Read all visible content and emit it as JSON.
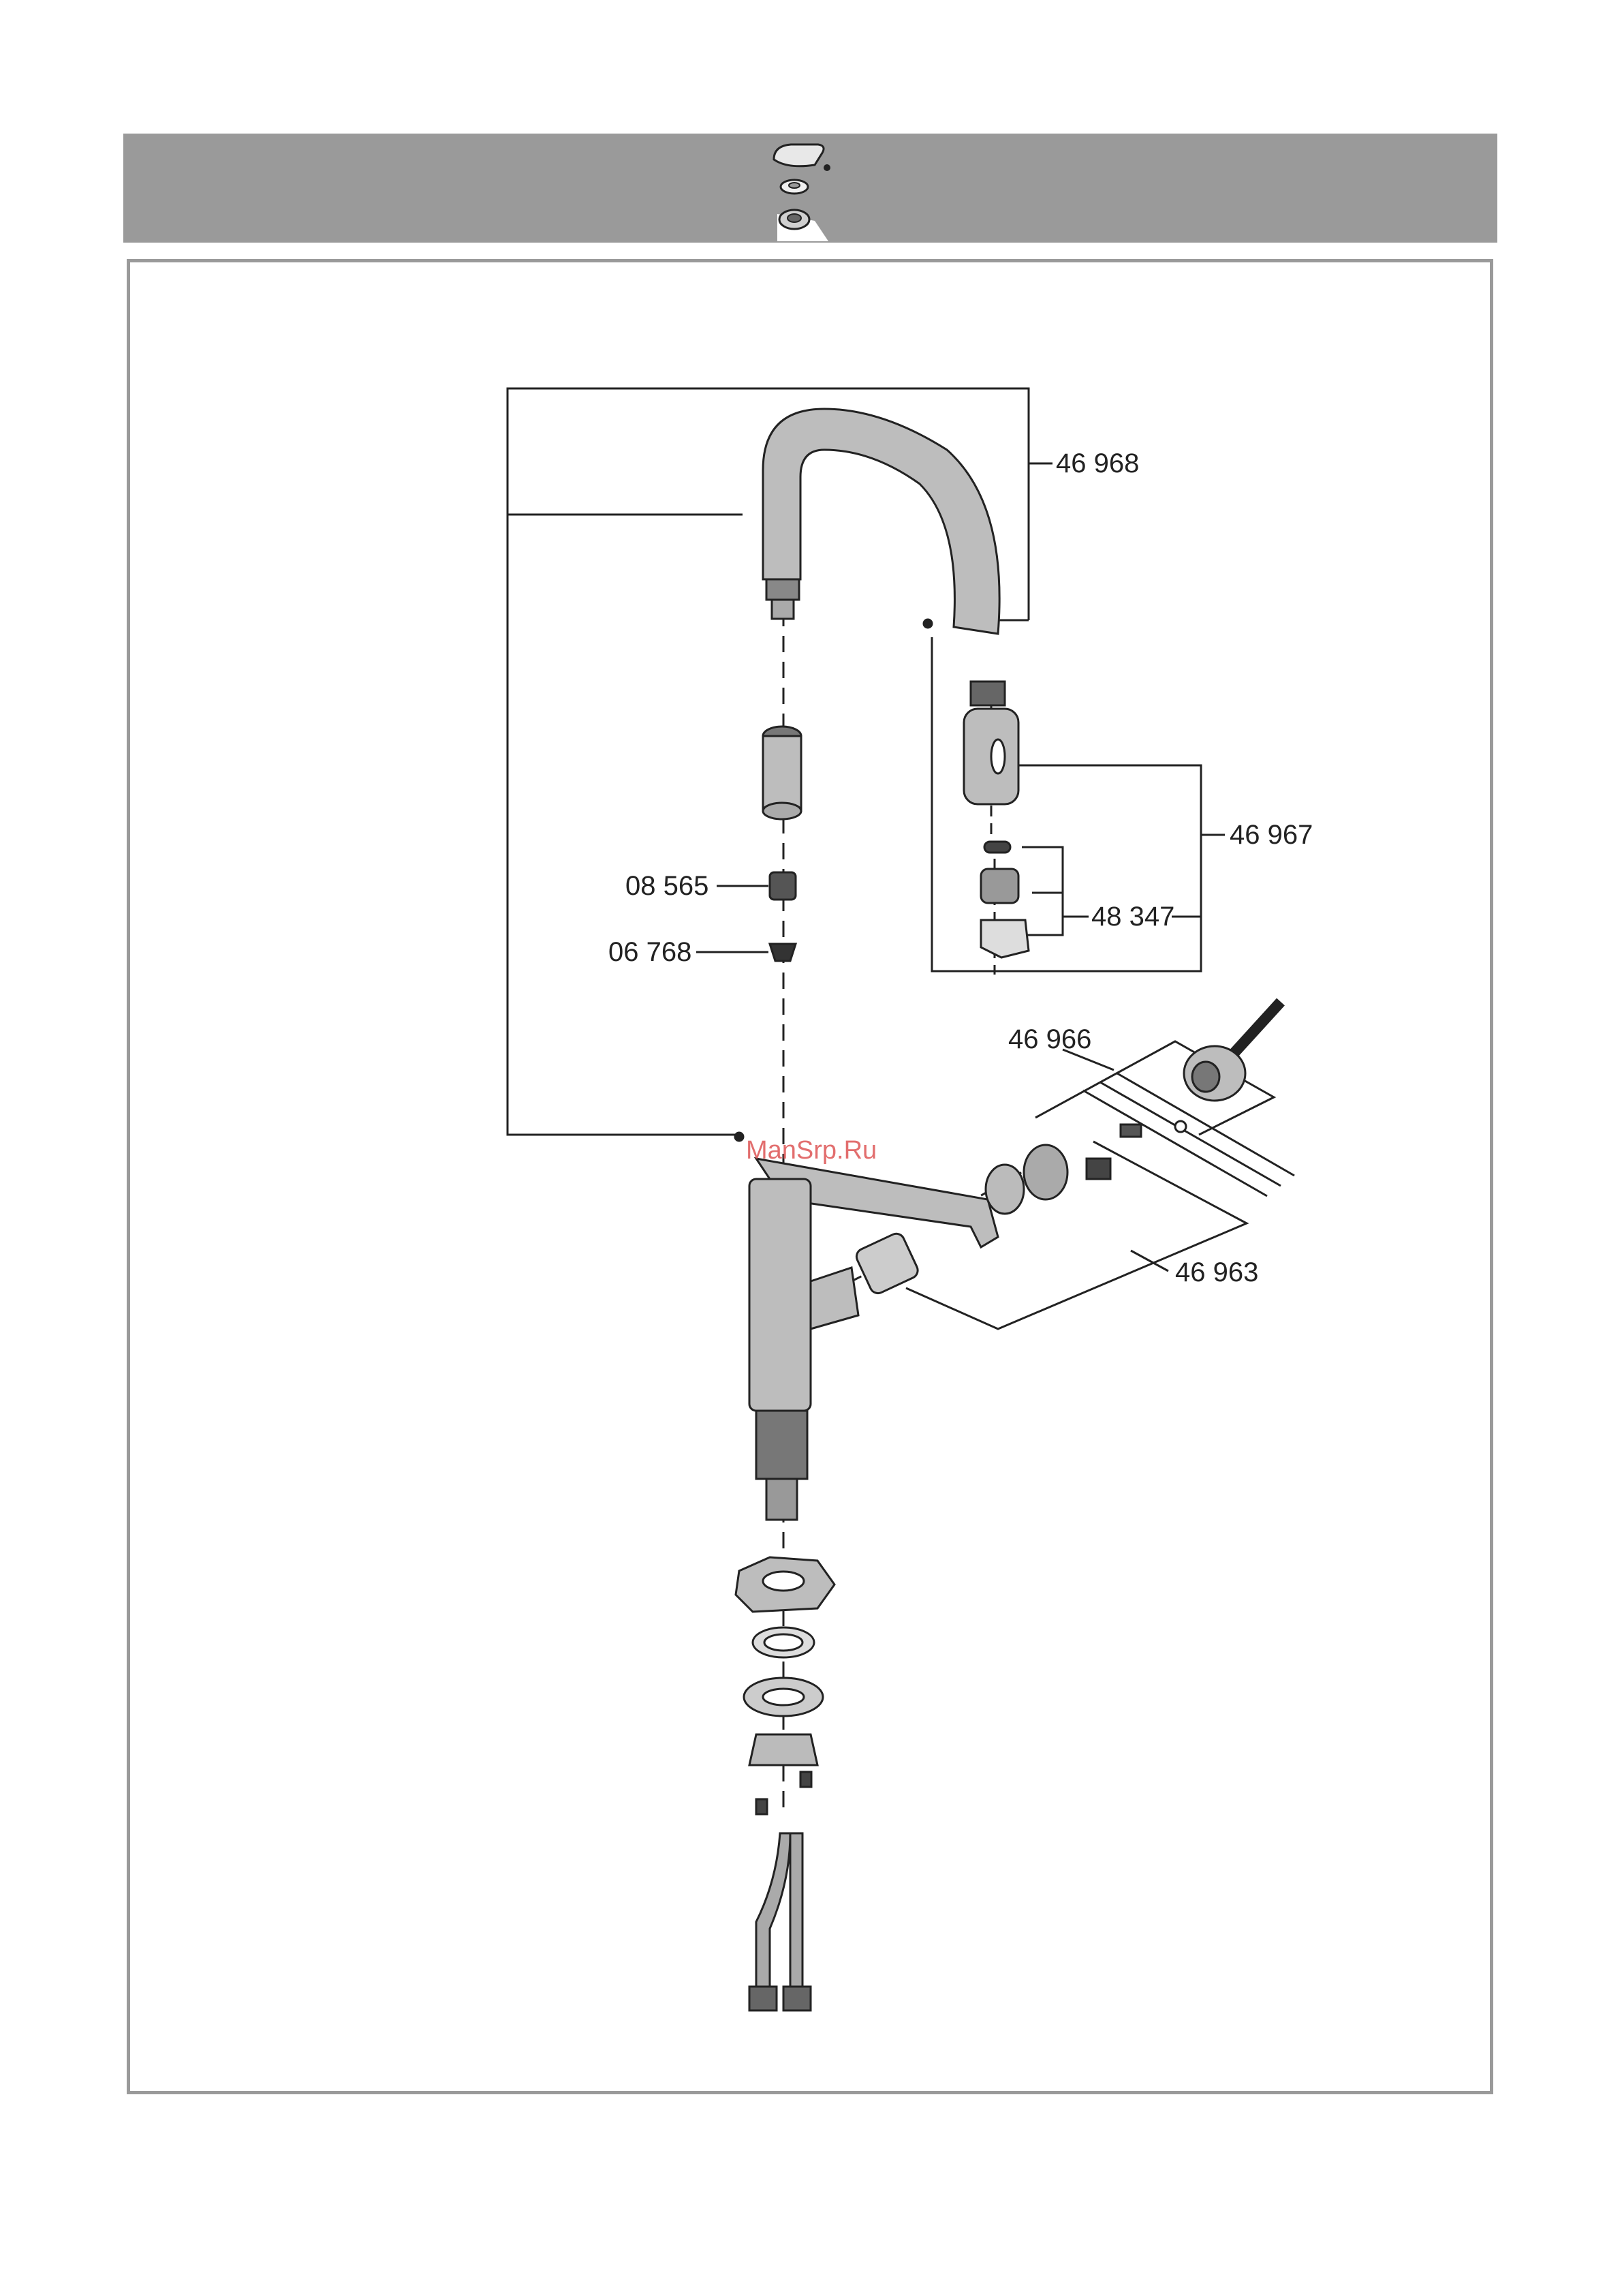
{
  "labels": {
    "spout": "46 968",
    "handspray": "46 967",
    "aerator": "48 347",
    "insert": "08 565",
    "check_valve": "06 768",
    "lever": "46 966",
    "cartridge": "46 963"
  },
  "watermark": "ManSrp.Ru",
  "colors": {
    "header_band": "#9a9a9a",
    "frame_border": "#9a9a9a",
    "line": "#222222",
    "part_fill": "#bdbdbd",
    "part_dark": "#444444"
  }
}
